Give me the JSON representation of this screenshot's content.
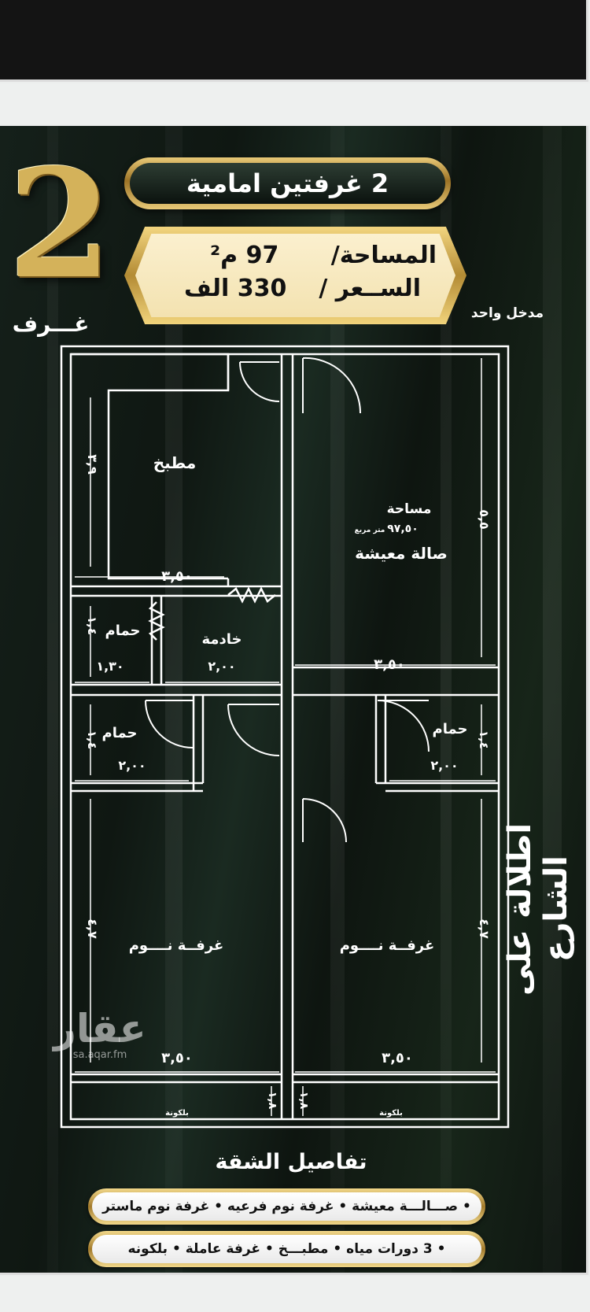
{
  "header": {
    "big_number": "2",
    "rooms_word": "غـــرف",
    "title": "2 غرفتين امامية"
  },
  "info": {
    "area_label": "المساحة/",
    "area_value": "97 م²",
    "price_label": "الســعر /",
    "price_value": "330 الف"
  },
  "entrance_note": "مدخل واحد",
  "plan": {
    "rooms": {
      "kitchen": "مطبخ",
      "living_area_label": "مساحة",
      "living_area_value": "٩٧,٥٠",
      "living_area_unit": "متر مربع",
      "living": "صالة معيشة",
      "bathroom_maid": "حمام",
      "maid": "خادمة",
      "bathroom_left": "حمام",
      "bathroom_right": "حمام",
      "bedroom_left": "غرفــة نــــوم",
      "bedroom_right": "غرفــة نــــوم",
      "balcony_left": "بلكونة",
      "balcony_right": "بلكونة"
    },
    "dimensions": {
      "kitchen_height": "٣,٩",
      "kitchen_width": "٣,٥٠",
      "living_height": "٥,٥",
      "living_width": "٣,٥٠",
      "bath_maid_height": "١,٤",
      "bath_maid_width": "١,٣٠",
      "maid_width": "٢,٠٠",
      "bath_left_height": "١,٤",
      "bath_left_width": "٢,٠٠",
      "bath_right_height": "١,٤",
      "bath_right_width": "٢,٠٠",
      "bed_left_height": "٤,٧",
      "bed_left_width": "٣,٥٠",
      "bed_right_height": "٤,٧",
      "bed_right_width": "٣,٥٠",
      "balcony_left_height": "١,٨",
      "balcony_right_height": "١,٨"
    }
  },
  "street_view": "اطلالة على الشارع",
  "watermark": {
    "logo": "عقار",
    "url": "sa.aqar.fm"
  },
  "details": {
    "title": "تفاصيل الشقة",
    "line1": "• صـــالـــة معيشة • غرفة نوم فرعيه • غرفة نوم ماستر",
    "line2": "• 3 دورات مياه • مطبـــخ • غرفة عاملة • بلكونه"
  }
}
